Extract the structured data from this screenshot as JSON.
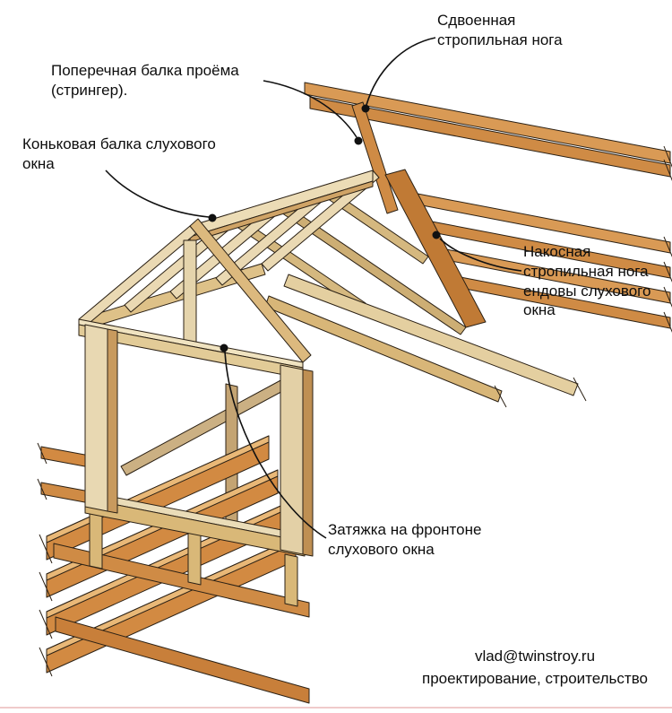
{
  "figure": {
    "title_implicit": "Каркас слухового окна (стропильная система)",
    "background": "#ffffff",
    "outline_color": "#2b2115",
    "palette": {
      "wood_light": "#ead9b3",
      "wood_tan": "#dcb97e",
      "wood_orange": "#d28a42",
      "wood_dark_orange": "#c07a35",
      "accent_rule": "#f0caca"
    }
  },
  "labels": {
    "doubled_rafter": "Сдвоенная\nстропильная нога",
    "opening_header": "Поперечная балка проёма\n(стрингер).",
    "ridge_beam": "Коньковая балка слухового\nокна",
    "valley_rafter": "Накосная\nстропильная нога\nендовы слухового\nокна",
    "gable_tie": "Затяжка на фронтоне\nслухового окна"
  },
  "credit": {
    "email": "vlad@twinstroy.ru",
    "tagline": "проектирование, строительство"
  }
}
